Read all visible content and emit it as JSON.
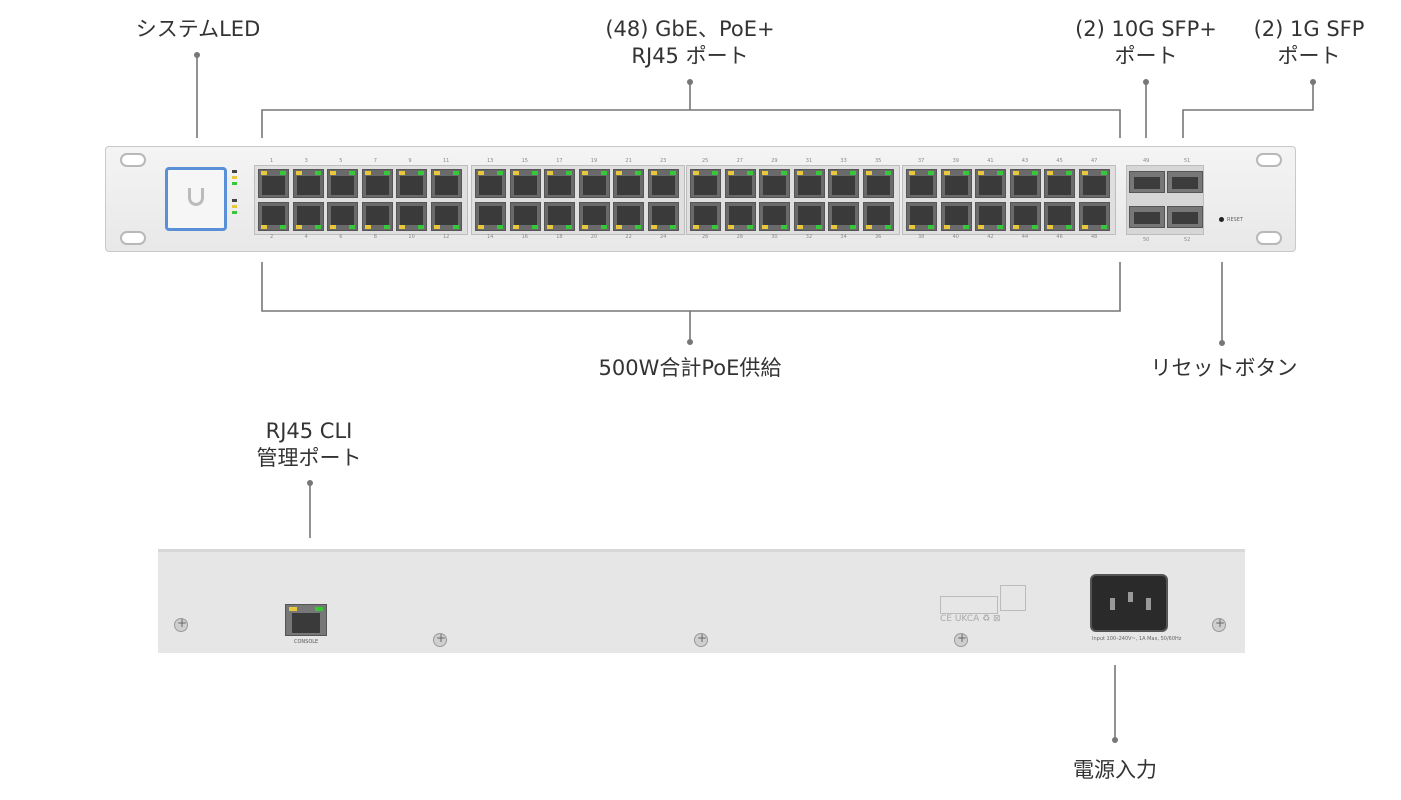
{
  "labels": {
    "system_led": "システムLED",
    "rj45_ports_line1": "(48) GbE、PoE+",
    "rj45_ports_line2": "RJ45 ポート",
    "sfp_plus_line1": "(2) 10G SFP+",
    "sfp_plus_line2": "ポート",
    "sfp_line1": "(2) 1G SFP",
    "sfp_line2": "ポート",
    "poe_budget": "500W合計PoE供給",
    "reset_button": "リセットボタン",
    "console_line1": "RJ45 CLI",
    "console_line2": "管理ポート",
    "power_input": "電源入力"
  },
  "device_text": {
    "top_port_numbers": [
      "1",
      "3",
      "5",
      "7",
      "9",
      "11",
      "13",
      "15",
      "17",
      "19",
      "21",
      "23",
      "25",
      "27",
      "29",
      "31",
      "33",
      "35",
      "37",
      "39",
      "41",
      "43",
      "45",
      "47"
    ],
    "bottom_port_numbers": [
      "2",
      "4",
      "6",
      "8",
      "10",
      "12",
      "14",
      "16",
      "18",
      "20",
      "22",
      "24",
      "26",
      "28",
      "30",
      "32",
      "34",
      "36",
      "38",
      "40",
      "42",
      "44",
      "46",
      "48"
    ],
    "sfp_numbers": [
      "49",
      "50",
      "51",
      "52"
    ],
    "reset": "RESET",
    "console": "CONSOLE",
    "power_rating": "Input 100–240V~, 1A Max, 50/60Hz",
    "certs": "CE UKCA ♻ ⊠"
  },
  "colors": {
    "link_led_yellow": "#e6c83a",
    "link_led_green": "#35c93a",
    "logo_ring": "#5a90d8",
    "leader_line": "#777777"
  },
  "icons": [
    "ubiquiti-logo-icon",
    "rj45-port-icon",
    "sfp-cage-icon",
    "screw-icon",
    "iec-power-inlet-icon"
  ]
}
